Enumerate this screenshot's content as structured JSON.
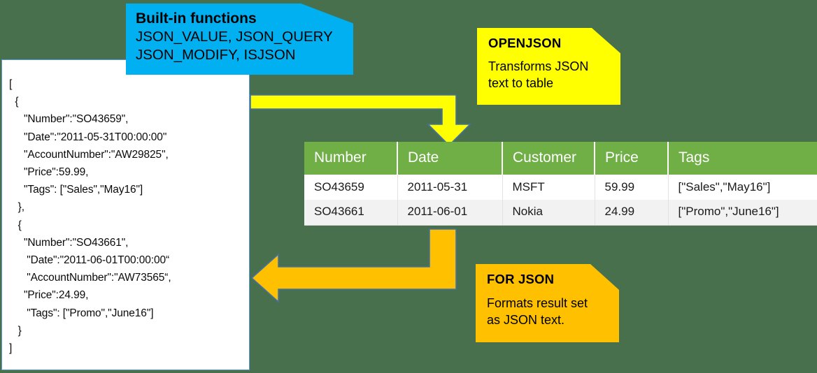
{
  "background_color": "#48704C",
  "json_panel": {
    "name": "json-text-document",
    "border_color": "#5B9BD5",
    "background_color": "#FFFFFF",
    "text": "[\n  {\n     \"Number\":\"SO43659\",\n     \"Date\":\"2011-05-31T00:00:00\"\n     \"AccountNumber\":\"AW29825\",\n     \"Price\":59.99,\n     \"Tags\": [\"Sales\",\"May16\"]\n   },\n   {\n     \"Number\":\"SO43661\",\n      \"Date\":\"2011-06-01T00:00:00“\n      \"AccountNumber\":\"AW73565“,\n     \"Price\":24.99,\n      \"Tags\": [\"Promo\",\"June16\"]\n   }\n]"
  },
  "callouts": {
    "built_in_functions": {
      "title": "Built-in functions",
      "body": "JSON_VALUE, JSON_QUERY\nJSON_MODIFY, ISJSON",
      "color": "#00B0F0"
    },
    "openjson": {
      "title": "OPENJSON",
      "body": "Transforms JSON\ntext to table",
      "color": "#FFFF00"
    },
    "for_json": {
      "title": "FOR JSON",
      "body": "Formats result set\nas JSON text.",
      "color": "#FFC000"
    }
  },
  "arrows": {
    "openjson_arrow": {
      "direction": "right-then-down",
      "fill": "#FFFF00",
      "stroke": "#4472A8"
    },
    "for_json_arrow": {
      "direction": "down-then-left",
      "fill": "#FFC000",
      "stroke": "#4472A8"
    }
  },
  "table": {
    "header_color": "#6FAF46",
    "columns": [
      "Number",
      "Date",
      "Customer",
      "Price",
      "Tags"
    ],
    "rows": [
      [
        "SO43659",
        "2011-05-31",
        "MSFT",
        "59.99",
        "[\"Sales\",\"May16\"]"
      ],
      [
        "SO43661",
        "2011-06-01",
        "Nokia",
        "24.99",
        "[\"Promo\",\"June16\"]"
      ]
    ]
  }
}
